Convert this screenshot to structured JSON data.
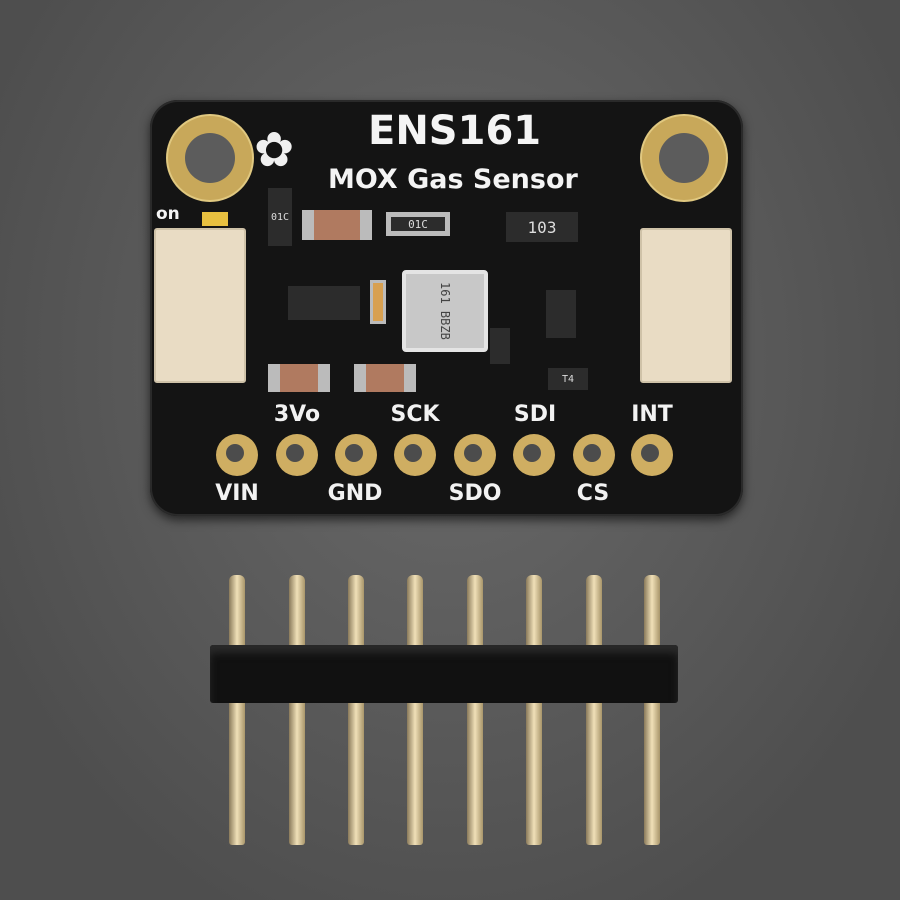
{
  "board": {
    "title": "ENS161",
    "subtitle": "MOX Gas Sensor",
    "power_led_label": "on",
    "top_pin_labels": [
      "3Vo",
      "SCK",
      "SDI",
      "INT"
    ],
    "bottom_pin_labels": [
      "VIN",
      "GND",
      "SDO",
      "CS"
    ],
    "resistor_array_marking": "103",
    "resistor_marking": "01C",
    "sensor_marking": "161 BBZB",
    "diode_marking": "T4"
  },
  "colors": {
    "pcb": "#141414",
    "gold": "#cfae62",
    "background": "#5a5a5a",
    "connector": "#e9dcc4"
  }
}
